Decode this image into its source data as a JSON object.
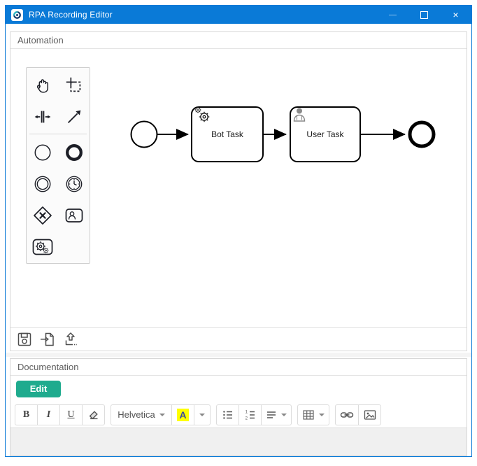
{
  "colors": {
    "titlebar_blue": "#0a7ad7",
    "edit_button_green": "#1fab8e",
    "highlight_yellow": "#ffff00"
  },
  "window": {
    "title": "RPA Recording Editor",
    "logo_icon": "rpa-app-logo-icon",
    "controls": [
      {
        "name": "minimize",
        "glyph": "—"
      },
      {
        "name": "maximize",
        "glyph": "□"
      },
      {
        "name": "close",
        "glyph": "×"
      }
    ]
  },
  "automation": {
    "header": "Automation",
    "palette": {
      "tools": [
        "hand-tool-icon",
        "lasso-tool-icon",
        "space-tool-icon",
        "global-connect-icon"
      ],
      "elements": [
        "start-event-icon",
        "end-event-icon",
        "intermediate-event-icon",
        "timer-event-icon",
        "gateway-icon",
        "user-task-icon",
        "bot-task-icon"
      ]
    },
    "diagram": {
      "nodes": [
        {
          "type": "start-event",
          "label": ""
        },
        {
          "type": "task",
          "label": "Bot Task",
          "icon": "gears-icon"
        },
        {
          "type": "task",
          "label": "User Task",
          "icon": "person-icon"
        },
        {
          "type": "end-event",
          "label": ""
        }
      ],
      "flows": [
        "start→Bot Task",
        "Bot Task→User Task",
        "User Task→end"
      ]
    },
    "footer_actions": [
      "save-icon",
      "import-icon",
      "export-icon"
    ]
  },
  "documentation": {
    "header": "Documentation",
    "edit_label": "Edit",
    "toolbar": {
      "bold": "B",
      "italic": "I",
      "underline": "U",
      "clear_format": "eraser-icon",
      "font_family": "Helvetica",
      "color_letter": "A",
      "list_icons": [
        "unordered-list-icon",
        "ordered-list-icon",
        "paragraph-align-icon"
      ],
      "insert_icons": [
        "table-icon",
        "link-icon",
        "picture-icon"
      ]
    },
    "content": ""
  }
}
